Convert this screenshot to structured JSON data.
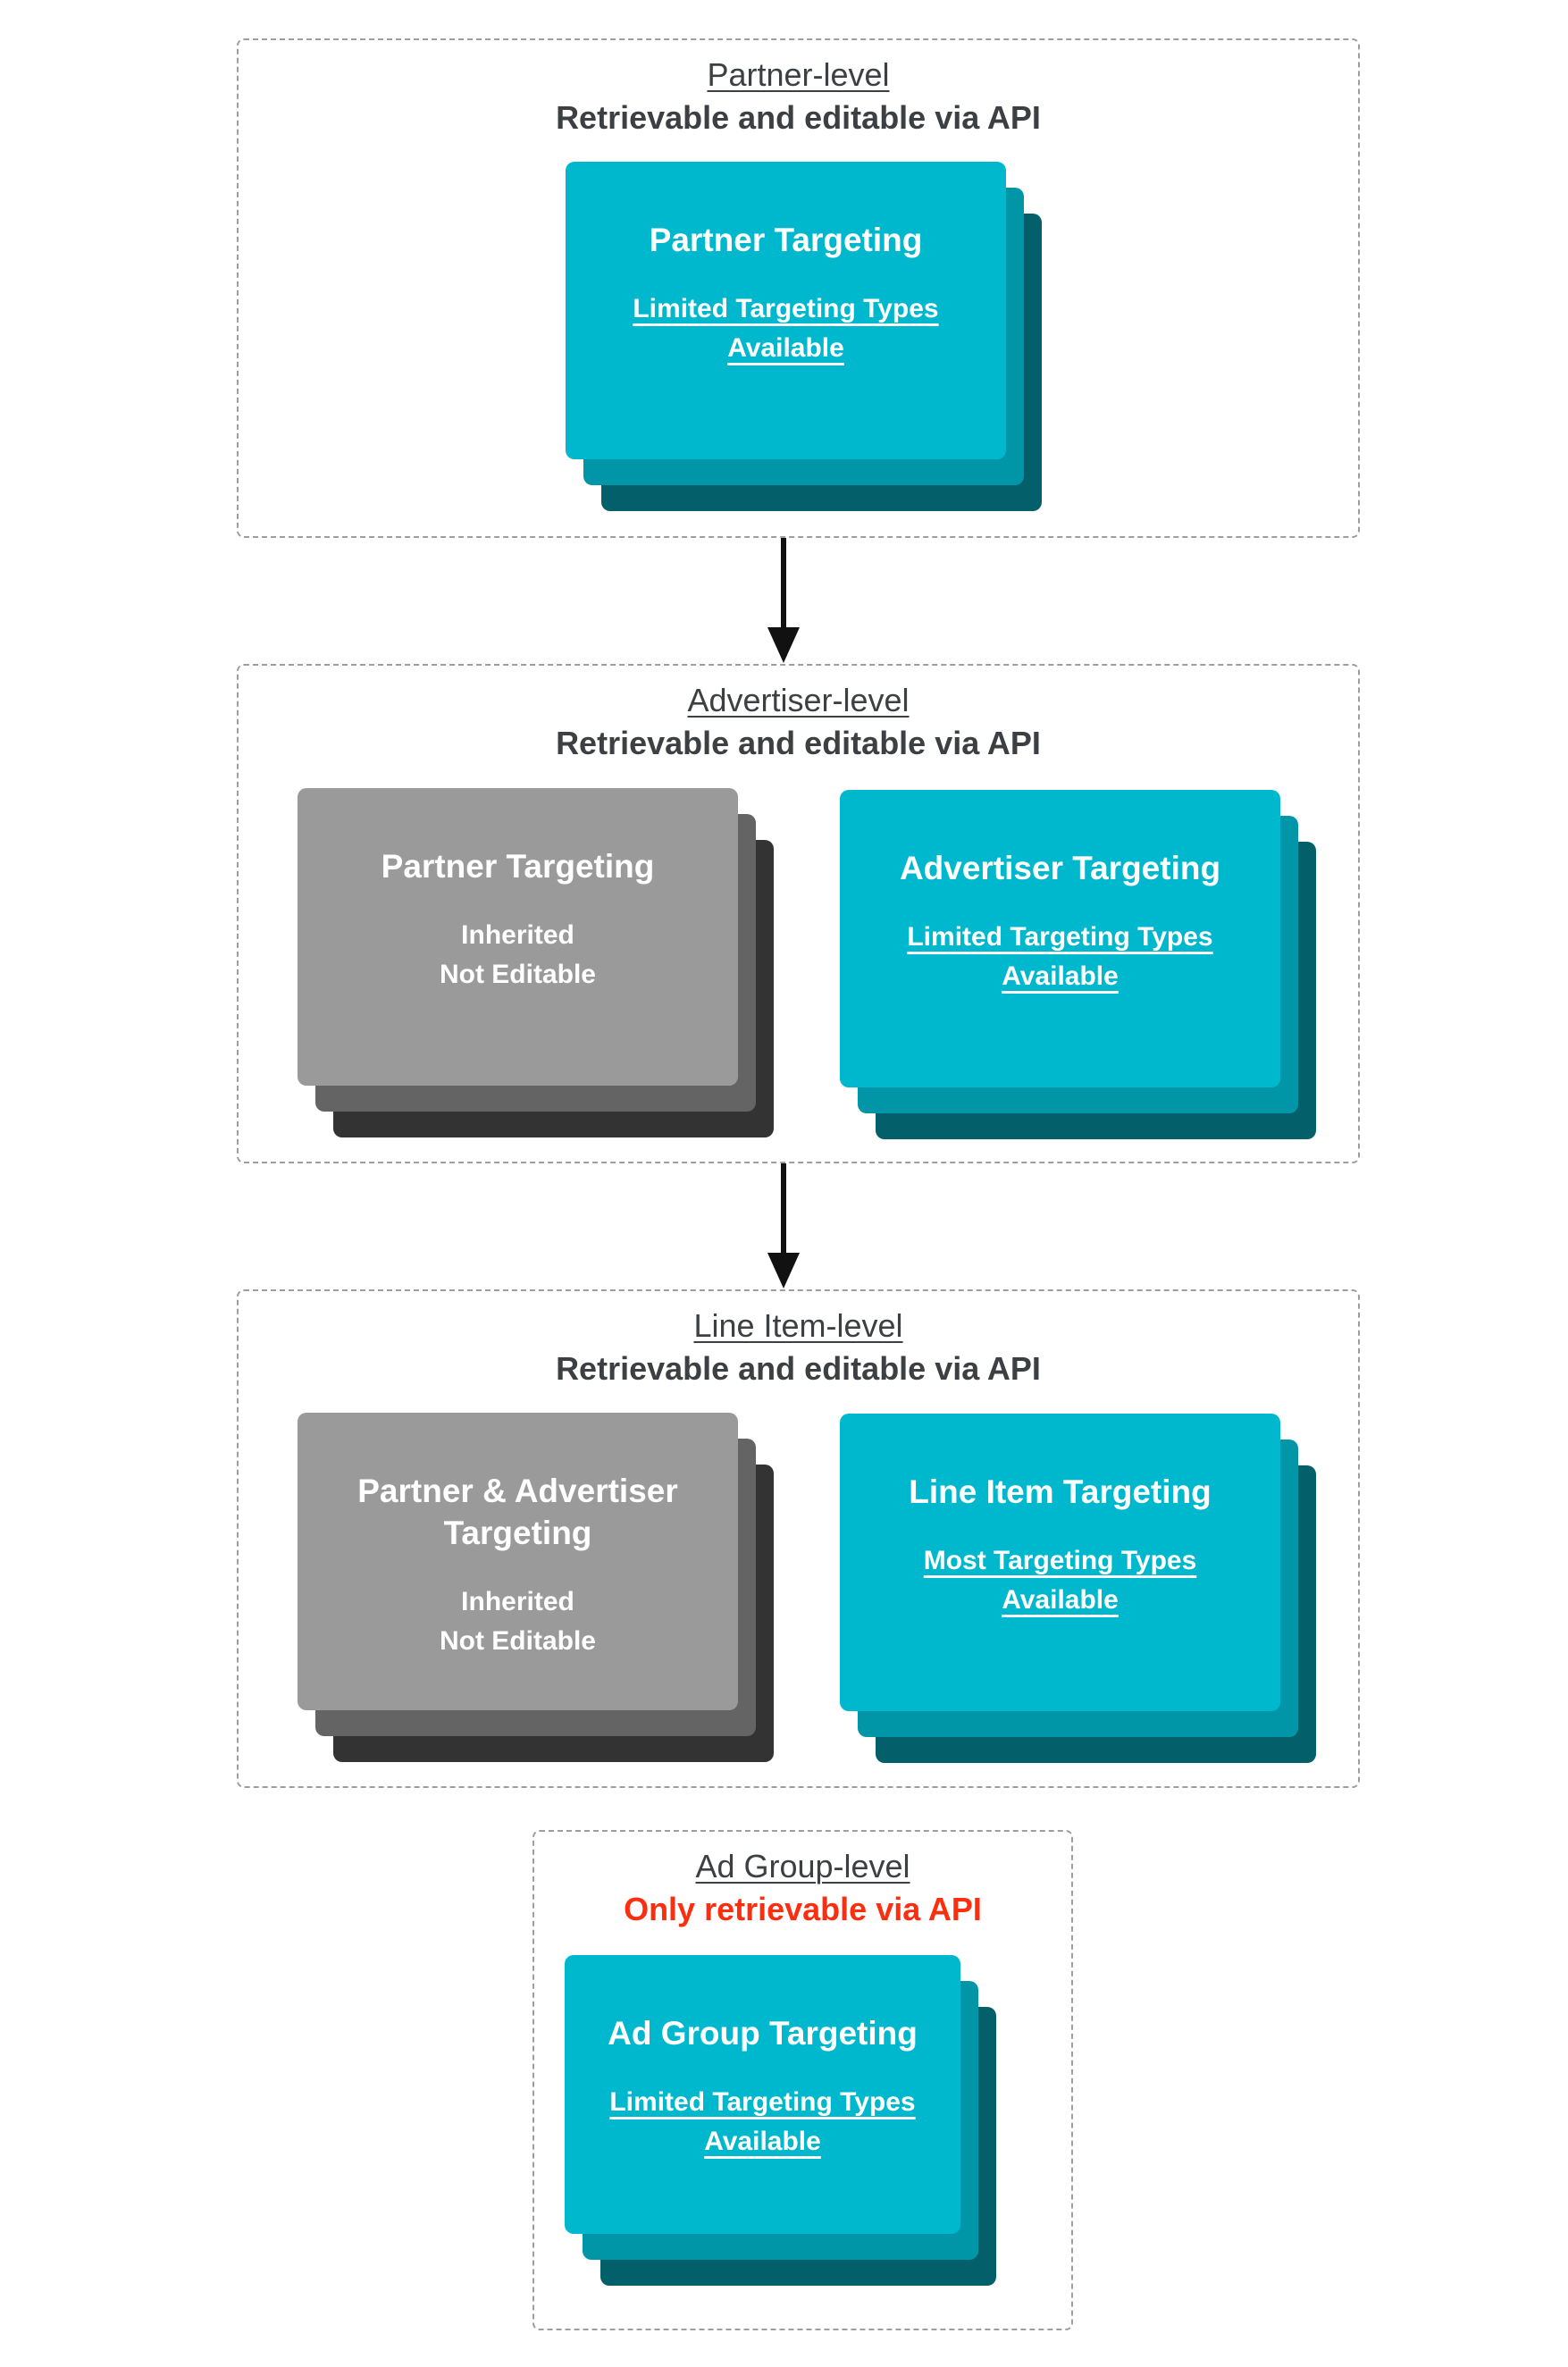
{
  "colors": {
    "teal": "#00b8cd",
    "teal_mid": "#0096a7",
    "teal_dark": "#03606a",
    "gray": "#9a9a9a",
    "gray_mid": "#646464",
    "gray_dark": "#333333",
    "heading_text": "#3c4043",
    "alert_red": "#fb2e0f",
    "card_text": "#ffffff",
    "border_gray": "#9e9e9e",
    "arrow_black": "#111111"
  },
  "sections": [
    {
      "title": "Partner-level",
      "subtitle": "Retrievable and editable via API",
      "cards": [
        {
          "title": "Partner Targeting",
          "lines": [
            "Limited Targeting Types Available"
          ]
        }
      ]
    },
    {
      "title": "Advertiser-level",
      "subtitle": "Retrievable and editable via API",
      "cards": [
        {
          "title": "Partner Targeting",
          "lines": [
            "Inherited",
            "Not Editable"
          ]
        },
        {
          "title": "Advertiser Targeting",
          "lines": [
            "Limited Targeting Types Available"
          ]
        }
      ]
    },
    {
      "title": "Line Item-level",
      "subtitle": "Retrievable and editable via API",
      "cards": [
        {
          "title": "Partner & Advertiser Targeting",
          "lines": [
            "Inherited",
            "Not Editable"
          ]
        },
        {
          "title": "Line Item Targeting",
          "lines": [
            "Most Targeting Types Available"
          ]
        }
      ]
    },
    {
      "title": "Ad Group-level",
      "subtitle": "Only retrievable via API",
      "cards": [
        {
          "title": "Ad Group Targeting",
          "lines": [
            "Limited Targeting Types Available"
          ]
        }
      ]
    }
  ]
}
